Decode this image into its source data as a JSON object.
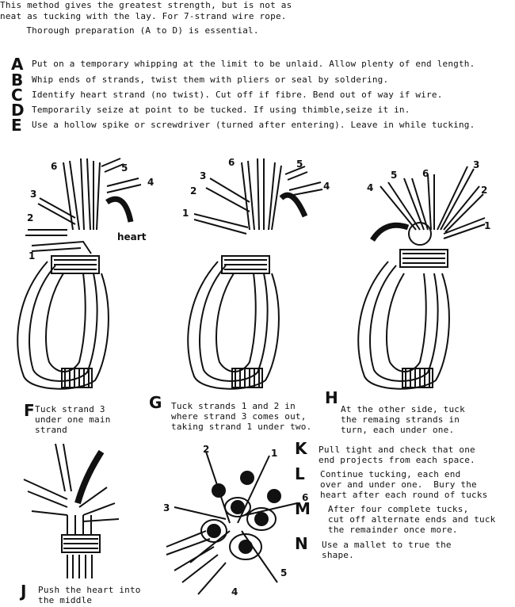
{
  "intro": [
    "This method gives the greatest strength, but is not as",
    "neat as tucking with the lay.  For 7-strand wire rope.",
    "Thorough preparation (A to D) is essential."
  ],
  "steps": [
    {
      "letter": "A",
      "text": "Put on a temporary whipping at the limit to be unlaid.  Allow plenty of end length."
    },
    {
      "letter": "B",
      "text": "Whip ends of strands, twist them with pliers or seal by soldering."
    },
    {
      "letter": "C",
      "text": "Identify heart strand (no twist). Cut off if fibre. Bend out of way if wire."
    },
    {
      "letter": "D",
      "text": "Temporarily seize at point to be tucked. If using thimble,seize it in."
    },
    {
      "letter": "E",
      "text": "Use a hollow spike or screwdriver (turned after entering). Leave in while tucking."
    }
  ],
  "fig_f": {
    "labels": [
      "6",
      "5",
      "4",
      "3",
      "2",
      "1"
    ],
    "heart": "heart"
  },
  "fig_g": {
    "labels": [
      "6",
      "5",
      "3",
      "2",
      "4",
      "1"
    ]
  },
  "fig_h": {
    "labels": [
      "5",
      "6",
      "3",
      "4",
      "2",
      "1"
    ]
  },
  "fig_k": {
    "labels": [
      "2",
      "1",
      "3",
      "6",
      "5",
      "4"
    ]
  },
  "captions": {
    "F": {
      "letter": "F",
      "text": "Tuck strand 3\nunder one main\nstrand"
    },
    "G": {
      "letter": "G",
      "text": "Tuck strands 1 and 2 in\nwhere strand 3 comes out,\ntaking strand 1 under two."
    },
    "H": {
      "letter": "H",
      "text": "At the other side, tuck\nthe remaing strands in\nturn, each under one."
    },
    "J": {
      "letter": "J",
      "text": "Push the heart into\nthe middle"
    }
  },
  "notes": [
    {
      "letter": "K",
      "text": "Pull tight and check that one\nend projects from each space."
    },
    {
      "letter": "L",
      "text": "Continue tucking, each end\nover and under one.  Bury the\nheart after each round of tucks"
    },
    {
      "letter": "M",
      "text": "After four complete tucks,\ncut off alternate ends and tuck\nthe remainder once more."
    },
    {
      "letter": "N",
      "text": "Use a mallet to true the\nshape."
    }
  ]
}
